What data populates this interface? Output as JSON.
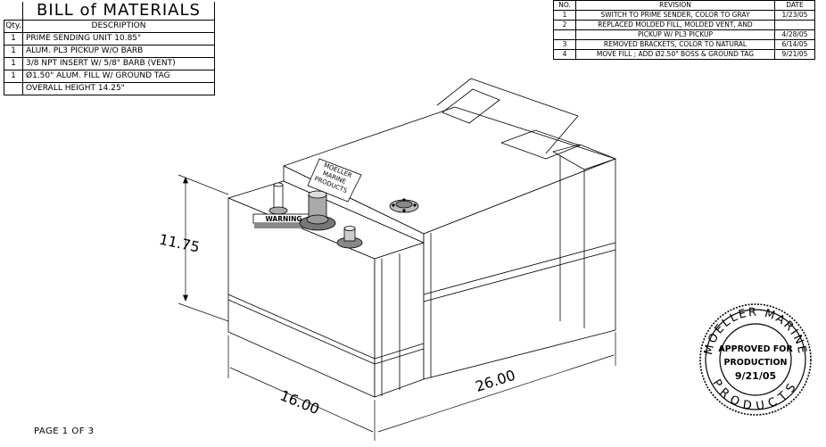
{
  "bom": {
    "title": "BILL of MATERIALS",
    "qty_header": "Qty.",
    "desc_header": "DESCRIPTION",
    "rows": [
      {
        "qty": "1",
        "desc": "PRIME SENDING UNIT 10.85\""
      },
      {
        "qty": "1",
        "desc": "ALUM. PL3  PICKUP W/O BARB"
      },
      {
        "qty": "1",
        "desc": "3/8 NPT INSERT W/ 5/8\" BARB (VENT)"
      },
      {
        "qty": "1",
        "desc": "Ø1.50\" ALUM. FILL W/ GROUND TAG"
      },
      {
        "qty": "",
        "desc": "OVERALL HEIGHT 14.25\""
      }
    ]
  },
  "revisions": {
    "no_header": "NO.",
    "rev_header": "REVISION",
    "date_header": "DATE",
    "rows": [
      {
        "no": "1",
        "desc": "SWITCH TO PRIME SENDER, COLOR TO GRAY",
        "date": "1/23/05"
      },
      {
        "no": "2",
        "desc": "REPLACED MOLDED FILL, MOLDED VENT, AND",
        "date": ""
      },
      {
        "no": "",
        "desc": "PICKUP W/ PL3 PICKUP",
        "date": "4/28/05"
      },
      {
        "no": "3",
        "desc": "REMOVED BRACKETS, COLOR TO NATURAL",
        "date": "6/14/05"
      },
      {
        "no": "4",
        "desc": "MOVE FILL ; ADD Ø2.50\" BOSS & GROUND TAG",
        "date": "9/21/05"
      }
    ]
  },
  "drawing": {
    "dim_height": "11.75",
    "dim_width": "16.00",
    "dim_length": "26.00",
    "label_lines": [
      "MOELLER",
      "MARINE",
      "PRODUCTS"
    ],
    "warning_label": "WARNING"
  },
  "stamp": {
    "ring_top": "MOELLER MARINE",
    "ring_bottom": "PRODUCTS",
    "line1": "APPROVED FOR",
    "line2": "PRODUCTION",
    "line3": "9/21/05"
  },
  "page_label": "PAGE 1 OF 3"
}
